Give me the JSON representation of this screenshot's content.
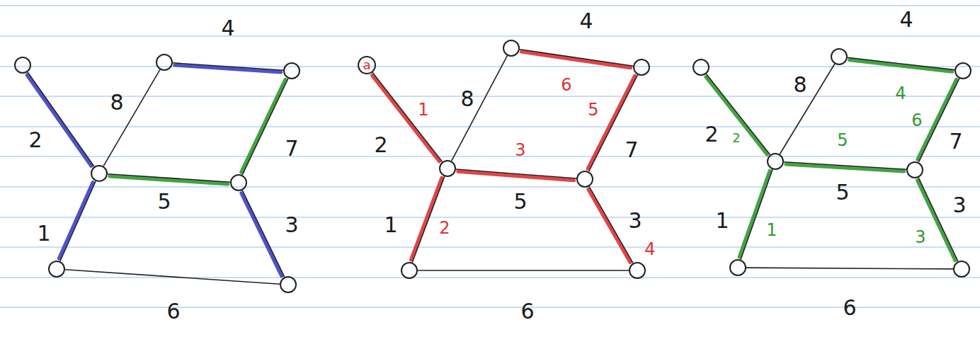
{
  "diagram": {
    "nodes": [
      {
        "text": []
      },
      {
        "text": []
      },
      {
        "text": []
      },
      {
        "text": []
      },
      {
        "text": []
      },
      {
        "text": []
      },
      {
        "text": []
      },
      {
        "text": [
          "a"
        ]
      },
      {
        "text": []
      },
      {
        "text": []
      },
      {
        "text": []
      },
      {
        "text": []
      },
      {
        "text": []
      },
      {
        "text": []
      },
      {
        "text": []
      },
      {
        "text": []
      },
      {
        "text": []
      },
      {
        "text": []
      },
      {
        "text": []
      },
      {
        "text": []
      },
      {
        "text": []
      }
    ],
    "edges": [
      {
        "from": 0,
        "to": 3,
        "arrow": "none",
        "label": "2"
      },
      {
        "from": 3,
        "to": 5,
        "arrow": "none",
        "label": "1"
      },
      {
        "from": 3,
        "to": 1,
        "arrow": "none",
        "label": "8"
      },
      {
        "from": 1,
        "to": 2,
        "arrow": "none",
        "label": "4"
      },
      {
        "from": 2,
        "to": 4,
        "arrow": "none",
        "label": "7"
      },
      {
        "from": 3,
        "to": 4,
        "arrow": "none",
        "label": "5"
      },
      {
        "from": 4,
        "to": 6,
        "arrow": "none",
        "label": "3"
      },
      {
        "from": 5,
        "to": 6,
        "arrow": "none",
        "label": "6"
      },
      {
        "from": 7,
        "to": 10,
        "arrow": "none",
        "label": "2"
      },
      {
        "from": 10,
        "to": 12,
        "arrow": "none",
        "label": "1"
      },
      {
        "from": 10,
        "to": 8,
        "arrow": "none",
        "label": "8"
      },
      {
        "from": 8,
        "to": 9,
        "arrow": "none",
        "label": "4"
      },
      {
        "from": 9,
        "to": 11,
        "arrow": "none",
        "label": "7"
      },
      {
        "from": 10,
        "to": 11,
        "arrow": "none",
        "label": "5"
      },
      {
        "from": 11,
        "to": 13,
        "arrow": "none",
        "label": "3"
      },
      {
        "from": 12,
        "to": 13,
        "arrow": "none",
        "label": "6"
      },
      {
        "from": 14,
        "to": 17,
        "arrow": "none",
        "label": "2"
      },
      {
        "from": 17,
        "to": 19,
        "arrow": "none",
        "label": "1"
      },
      {
        "from": 17,
        "to": 15,
        "arrow": "none",
        "label": "8"
      },
      {
        "from": 15,
        "to": 16,
        "arrow": "none",
        "label": "4"
      },
      {
        "from": 16,
        "to": 18,
        "arrow": "none",
        "label": "7"
      },
      {
        "from": 17,
        "to": 18,
        "arrow": "none",
        "label": "5"
      },
      {
        "from": 18,
        "to": 20,
        "arrow": "none",
        "label": "3"
      },
      {
        "from": 19,
        "to": 20,
        "arrow": "none",
        "label": "6"
      }
    ],
    "labels": [
      "1",
      "2",
      "3",
      "4",
      "5",
      "6",
      "2",
      "1",
      "5",
      "4",
      "6",
      "3"
    ]
  }
}
